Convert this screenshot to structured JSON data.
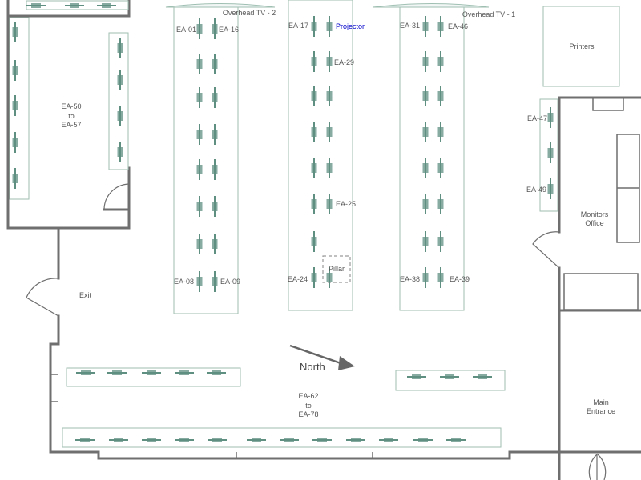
{
  "colors": {
    "wall": "#6f6f6f",
    "outline": "#9fbfb2",
    "monitor": "#5f8f80",
    "highlight": "#0000cc"
  },
  "labels": {
    "overhead_tv_2": "Overhead TV - 2",
    "overhead_tv_1": "Overhead TV - 1",
    "ea01": "EA-01",
    "ea16": "EA-16",
    "ea17": "EA-17",
    "projector": "Projector",
    "ea29": "EA-29",
    "ea31": "EA-31",
    "ea46": "EA-46",
    "ea25": "EA-25",
    "ea24": "EA-24",
    "pillar": "Pillar",
    "ea08": "EA-08",
    "ea09": "EA-09",
    "ea38": "EA-38",
    "ea39": "EA-39",
    "ea47": "EA-47",
    "ea49": "EA-49",
    "printers": "Printers",
    "monitors_office_1": "Monitors",
    "monitors_office_2": "Office",
    "ea50_1": "EA-50",
    "ea50_2": "to",
    "ea50_3": "EA-57",
    "exit": "Exit",
    "north": "North",
    "ea62_1": "EA-62",
    "ea62_2": "to",
    "ea62_3": "EA-78",
    "main_entrance_1": "Main",
    "main_entrance_2": "Entrance"
  }
}
